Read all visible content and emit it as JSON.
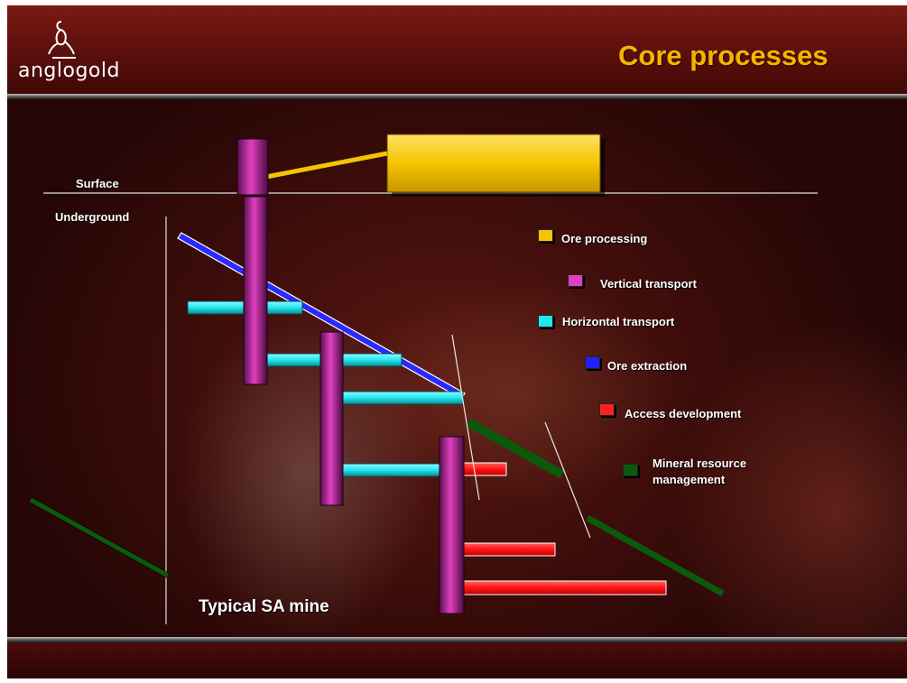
{
  "header": {
    "logo_text": "anglogold",
    "title": "Core processes"
  },
  "diagram": {
    "labels": {
      "surface": "Surface",
      "underground": "Underground",
      "mine": "Typical SA mine"
    },
    "legend": [
      {
        "key": "ore-processing",
        "label": "Ore processing",
        "color": "#f5c400"
      },
      {
        "key": "vertical-transport",
        "label": "Vertical transport",
        "color": "#e040c0"
      },
      {
        "key": "horizontal-transport",
        "label": "Horizontal transport",
        "color": "#22e6ee"
      },
      {
        "key": "ore-extraction",
        "label": "Ore extraction",
        "color": "#2020ff"
      },
      {
        "key": "access-development",
        "label": "Access development",
        "color": "#ff2020"
      },
      {
        "key": "mineral-resource-management",
        "label": "Mineral resource management",
        "label_line1": "Mineral resource",
        "label_line2": "management",
        "color": "#0b5a0b"
      }
    ]
  }
}
